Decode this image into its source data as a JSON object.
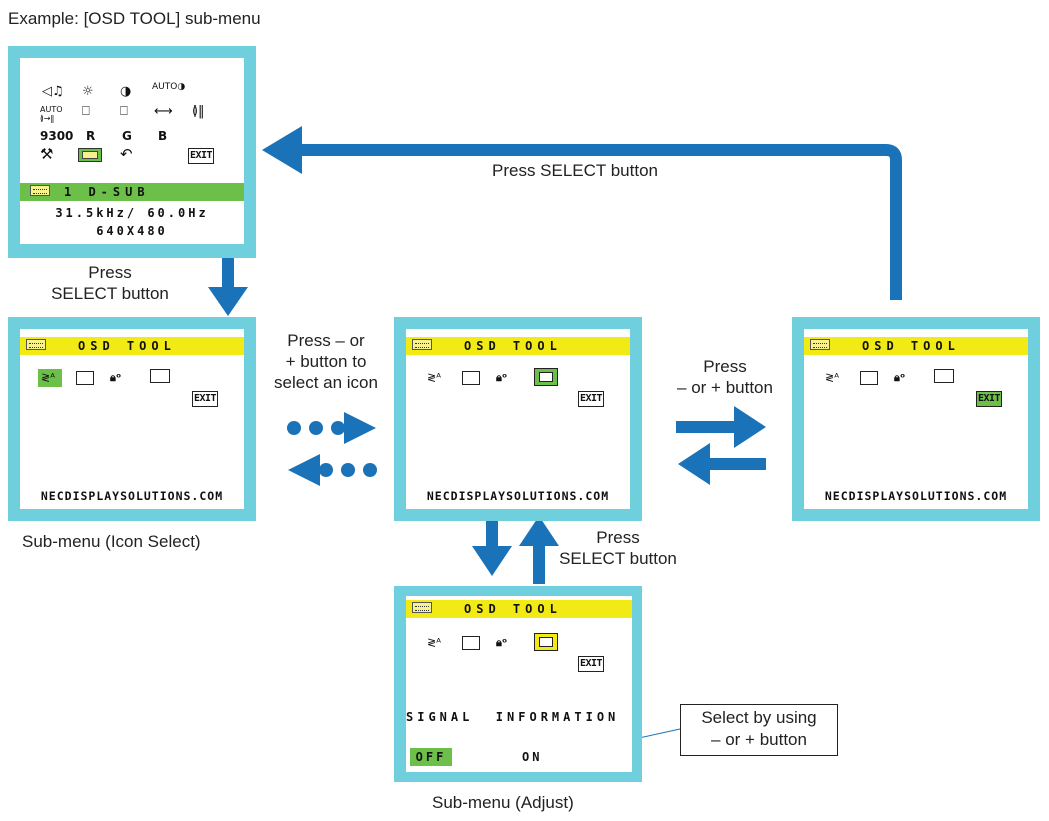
{
  "example_title": "Example: [OSD TOOL] sub-menu",
  "captions": {
    "press_select_left": [
      "Press",
      "SELECT button"
    ],
    "press_select_top": "Press SELECT button",
    "press_minus_plus_icon": [
      "Press – or",
      "+ button to",
      "select an icon"
    ],
    "press_minus_plus": [
      "Press",
      "– or + button"
    ],
    "press_select_bottom": [
      "Press",
      "SELECT button"
    ],
    "sub_menu_icon_select": "Sub-menu (Icon Select)",
    "sub_menu_adjust": "Sub-menu (Adjust)",
    "callout": [
      "Select by using",
      "– or + button"
    ]
  },
  "main_menu": {
    "icon_rows": [
      [
        "◁♫",
        "☼",
        "◑",
        "AUTO◑"
      ],
      [
        "AUTO ≬→‖",
        "⎕",
        "⎕",
        "⟷",
        "≬‖"
      ],
      [
        "9300",
        "R",
        "G",
        "B"
      ],
      [
        "⚒",
        "▦",
        "↶",
        "EXIT"
      ]
    ],
    "status_line": "1  D-SUB",
    "freq_line": "31.5kHz/ 60.0Hz",
    "res_line": "640X480"
  },
  "osd": {
    "title": "OSD TOOL",
    "exit_label": "EXIT",
    "footer": "NECDISPLAYSOLUTIONS.COM",
    "tool_icons": [
      "lang-icon",
      "timer-icon",
      "lock-icon",
      "info-icon"
    ]
  },
  "adjust": {
    "signal_label": "SIGNAL  INFORMATION",
    "off_label": "OFF",
    "on_label": "ON"
  },
  "colors": {
    "monitor_frame": "#6fcfdc",
    "osd_title_bar": "#f1ea14",
    "highlight_green": "#6cc04a",
    "arrow_blue": "#1a72b8"
  }
}
